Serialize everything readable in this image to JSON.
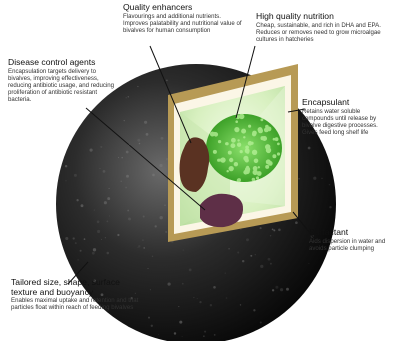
{
  "labels": {
    "quality_enhancers": {
      "title": "Quality enhancers",
      "desc": "Flavourings and additional nutrients. Improves palatability and nutritional value of bivalves for human consumption"
    },
    "high_quality_nutrition": {
      "title": "High quality nutrition",
      "desc": "Cheap, sustainable, and rich in DHA and EPA. Reduces or removes need to grow microalgae cultures in hatcheries"
    },
    "disease_control": {
      "title": "Disease control agents",
      "desc": "Encapsulation targets delivery to bivalves, improving effectiveness, reducing antibiotic usage, and reducing proliferation of antibiotic resistant bacteria."
    },
    "encapsulant": {
      "title": "Encapsulant",
      "desc": "Retains water soluble compounds until release by bivalve digestive processes. Gives feed long shelf life"
    },
    "surfactant": {
      "title": "Surfactant",
      "desc": "Aids dispersion in water and avoids particle clumping"
    },
    "tailored": {
      "title": "Tailored size, shape, surface texture and buoyancy",
      "desc": "Enables maximal uptake and retention and that particles float within reach of feeding bivalves"
    }
  },
  "colors": {
    "sphere_dark": "#0d0d0d",
    "sphere_light": "#6a6a6a",
    "shell_gold": "#b79a55",
    "shell_cream": "#fbf6e6",
    "core_green": "#d8f0c0",
    "algae_green": "#4cb833",
    "brown_blob": "#5a3222",
    "purple_blob": "#5e2f47",
    "leader_line": "#111111"
  }
}
